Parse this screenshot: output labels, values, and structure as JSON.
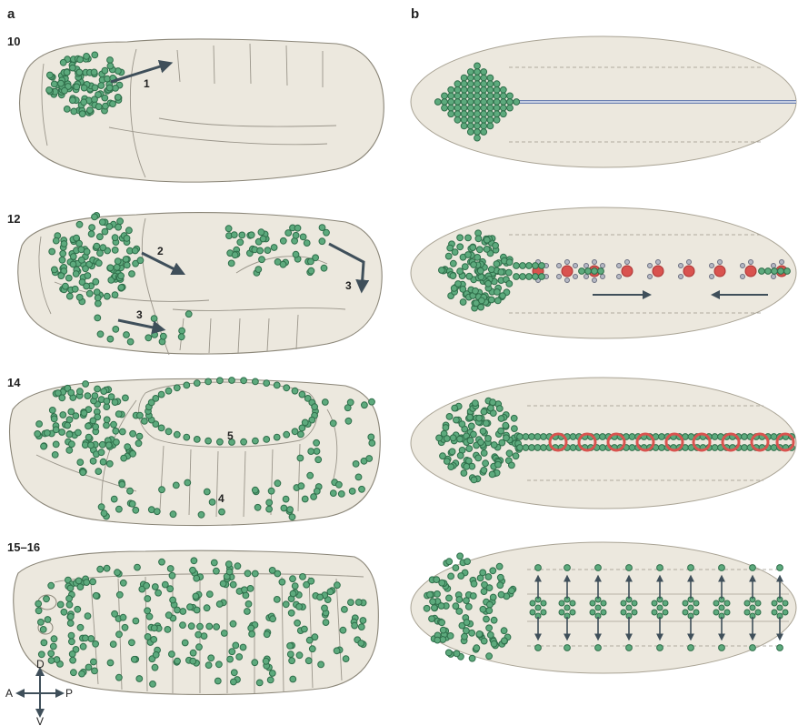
{
  "panels": {
    "a": "a",
    "b": "b"
  },
  "stages": [
    "10",
    "12",
    "14",
    "15–16"
  ],
  "migration_labels": {
    "l1": "1",
    "l2": "2",
    "l3_right": "3",
    "l3_left": "3",
    "l4": "4",
    "l5": "5"
  },
  "axes": {
    "dorsal": "D",
    "ventral": "V",
    "anterior": "A",
    "posterior": "P"
  },
  "colors": {
    "embryo_fill": "#ece8de",
    "hemocyte_green": "#5daa7d",
    "hemocyte_ring": "#2f6e4a",
    "red_cell": "#d9534f",
    "arrow": "#3f4f5a",
    "midline_blue": "#6a7fb0"
  },
  "icons": [
    "arrow-right-icon",
    "compass-icon"
  ]
}
